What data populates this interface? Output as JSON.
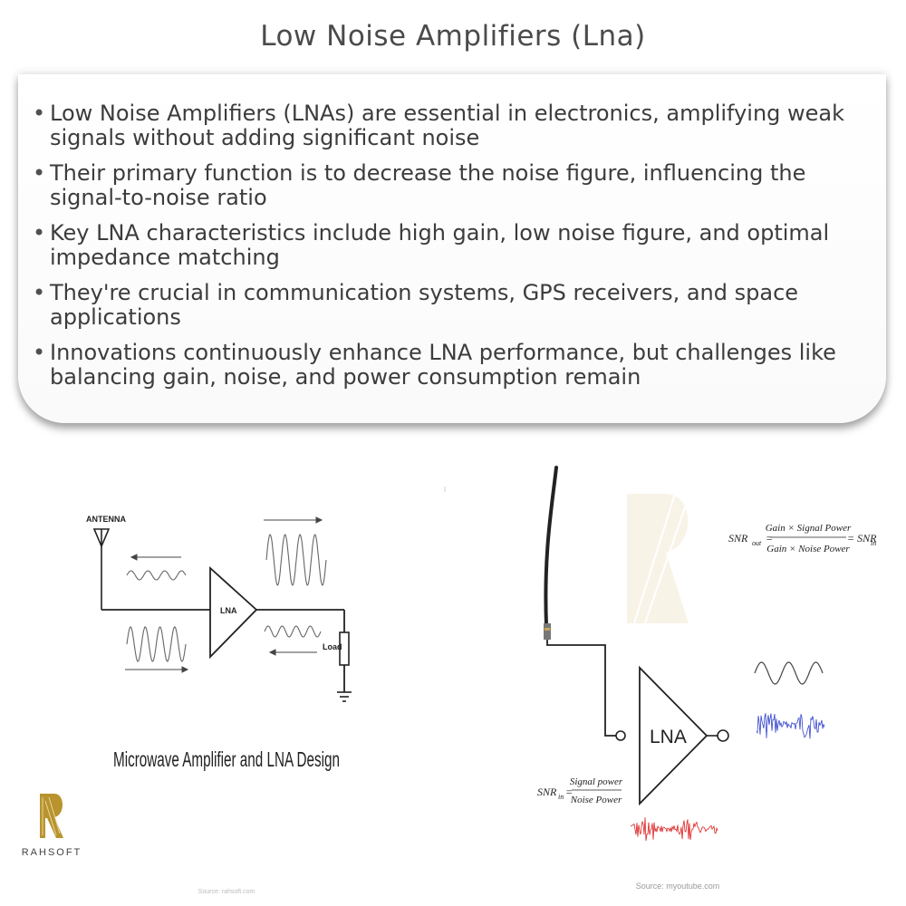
{
  "title": "Low Noise Amplifiers (Lna)",
  "bullets": [
    "Low Noise Amplifiers (LNAs) are essential in electronics, amplifying weak signals without adding significant noise",
    "Their primary function is to decrease the noise figure, influencing the signal-to-noise ratio",
    "Key LNA characteristics include high gain, low noise figure, and optimal impedance matching",
    "They're crucial in communication systems, GPS receivers, and space applications",
    "Innovations continuously enhance LNA performance, but challenges like balancing gain, noise, and power consumption remain"
  ],
  "left_figure": {
    "antenna_label": "ANTENNA",
    "amp_label": "LNA",
    "load_label": "Load",
    "caption": "Microwave Amplifier and LNA Design",
    "logo_text": "RAHSOFT",
    "source": "Source: rahsoft.com"
  },
  "right_figure": {
    "amp_label": "LNA",
    "snr_out_lhs": "SNR",
    "snr_out_sub": "out",
    "snr_out_num": "Gain × Signal Power",
    "snr_out_den": "Gain × Noise Power",
    "snr_out_rhs": "= SNR",
    "snr_out_rhs_sub": "in",
    "snr_in_lhs": "SNR",
    "snr_in_sub": "in",
    "snr_in_num": "Signal power",
    "snr_in_den": "Noise Power",
    "source": "Source: myoutube.com"
  },
  "colors": {
    "title": "#4b4b4b",
    "text": "#3c3c3c",
    "noise_blue": "#3344cc",
    "noise_red": "#dd2222",
    "logo_gold": "#b8932e"
  }
}
